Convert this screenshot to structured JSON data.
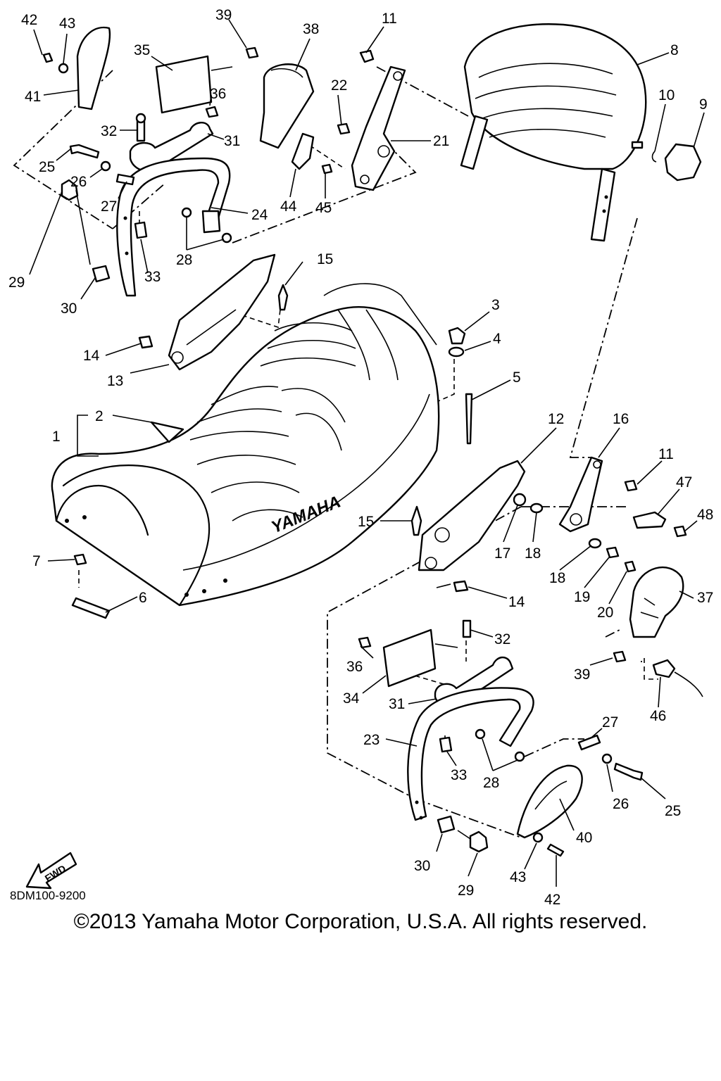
{
  "diagram": {
    "part_numbers": [
      "1",
      "2",
      "3",
      "4",
      "5",
      "6",
      "7",
      "8",
      "9",
      "10",
      "11",
      "12",
      "13",
      "14",
      "15",
      "16",
      "17",
      "18",
      "19",
      "20",
      "21",
      "22",
      "23",
      "24",
      "25",
      "26",
      "27",
      "28",
      "29",
      "30",
      "31",
      "32",
      "33",
      "34",
      "35",
      "36",
      "37",
      "38",
      "39",
      "40",
      "41",
      "42",
      "43",
      "44",
      "45",
      "46",
      "47",
      "48"
    ],
    "seat_brand": "YAMAHA",
    "direction_arrow": "FWD",
    "diagram_code": "8DM100-9200"
  },
  "footer": {
    "copyright": "©2013 Yamaha Motor Corporation, U.S.A. All rights reserved."
  }
}
